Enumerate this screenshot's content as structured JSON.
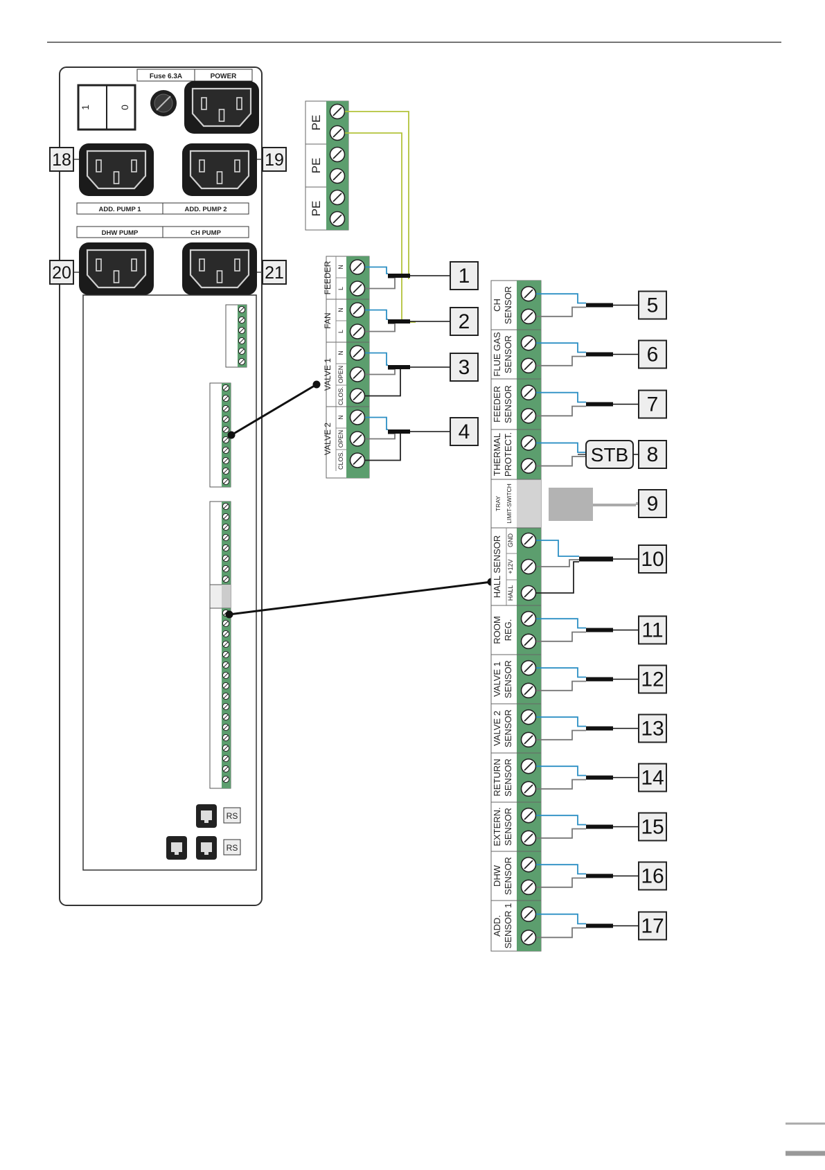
{
  "panel": {
    "fuse_label": "Fuse 6.3A",
    "power_label": "POWER",
    "switch_on": "1",
    "switch_off": "0",
    "socket_labels": [
      "ADD. PUMP 1",
      "ADD. PUMP 2",
      "DHW PUMP",
      "CH PUMP"
    ],
    "socket_numbers": [
      "18",
      "19",
      "20",
      "21"
    ],
    "rs_label": "RS"
  },
  "pe_block": {
    "labels": [
      "PE",
      "PE",
      "PE"
    ]
  },
  "outputs": [
    {
      "label": "FEEDER",
      "pins": [
        "N",
        "L"
      ],
      "callout": "1"
    },
    {
      "label": "FAN",
      "pins": [
        "N",
        "L"
      ],
      "callout": "2"
    },
    {
      "label": "VALVE 1",
      "pins": [
        "N",
        "OPEN",
        "CLOS."
      ],
      "callout": "3"
    },
    {
      "label": "VALVE 2",
      "pins": [
        "N",
        "OPEN",
        "CLOS."
      ],
      "callout": "4"
    }
  ],
  "inputs": [
    {
      "label": [
        "CH",
        "SENSOR"
      ],
      "callout": "5"
    },
    {
      "label": [
        "FLUE GAS",
        "SENSOR"
      ],
      "callout": "6"
    },
    {
      "label": [
        "FEEDER",
        "SENSOR"
      ],
      "callout": "7"
    },
    {
      "label": [
        "THERMAL",
        "PROTECT."
      ],
      "callout": "8",
      "extra": "STB"
    },
    {
      "label": [
        "TRAY",
        "LIMIT-SWITCH"
      ],
      "callout": "9"
    },
    {
      "label": [
        "HALL SENSOR"
      ],
      "pins": [
        "GND",
        "+12V",
        "HALL"
      ],
      "callout": "10"
    },
    {
      "label": [
        "ROOM",
        "REG."
      ],
      "callout": "11"
    },
    {
      "label": [
        "VALVE 1",
        "SENSOR"
      ],
      "callout": "12"
    },
    {
      "label": [
        "VALVE 2",
        "SENSOR"
      ],
      "callout": "13"
    },
    {
      "label": [
        "RETURN",
        "SENSOR"
      ],
      "callout": "14"
    },
    {
      "label": [
        "EXTERN.",
        "SENSOR"
      ],
      "callout": "15"
    },
    {
      "label": [
        "DHW",
        "SENSOR"
      ],
      "callout": "16"
    },
    {
      "label": [
        "ADD.",
        "SENSOR 1"
      ],
      "callout": "17"
    }
  ]
}
